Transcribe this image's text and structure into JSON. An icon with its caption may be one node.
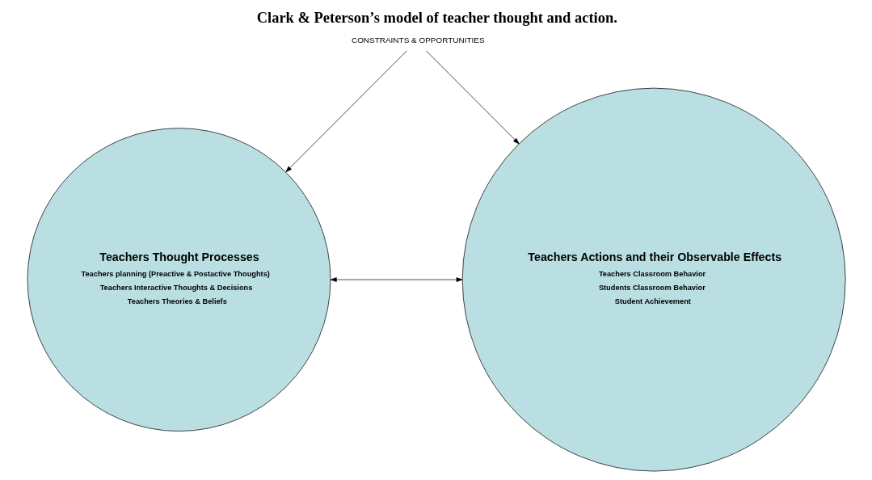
{
  "diagram": {
    "title": "Clark & Peterson’s model of teacher thought and action.",
    "nodes": [
      {
        "text": [
          "CONSTRAINTS & OPPORTUNITIES"
        ]
      },
      {
        "text": [
          "Teachers Thought Processes",
          "Teachers planning (Preactive & Postactive Thoughts)",
          "Teachers Interactive Thoughts & Decisions",
          "Teachers Theories & Beliefs"
        ]
      },
      {
        "text": [
          "Teachers Actions and their Observable Effects",
          "Teachers Classroom Behavior",
          "Students Classroom Behavior",
          "Student Achievement"
        ]
      }
    ],
    "edges": [
      {
        "from": 0,
        "to": 1,
        "arrow": "to"
      },
      {
        "from": 0,
        "to": 2,
        "arrow": "to"
      },
      {
        "from": 1,
        "to": 2,
        "arrow": "both"
      }
    ]
  }
}
